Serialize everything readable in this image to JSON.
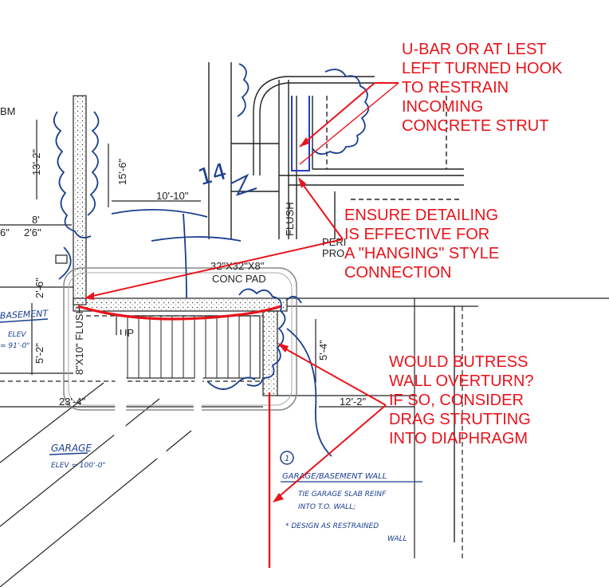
{
  "drawing": {
    "top_left_label": "BM",
    "dimensions": {
      "d_13_2": "13'-2\"",
      "d_15_6": "15'-6\"",
      "d_10_10": "10'-10\"",
      "d_8": "8'",
      "d_6": "6\"",
      "d_2_6a": "2'6\"",
      "d_2_6b": "2'-6\"",
      "d_5_2": "5'-2\"",
      "d_5_4": "5'-4\"",
      "d_23_4": "23'-4\"",
      "d_12_2": "12'-2\""
    },
    "pad_size": "32\"X32\"X8\"",
    "pad_label": "CONC PAD",
    "flush_label": "FLUSH",
    "flush_label_2": "8\"X10\" FLUSH",
    "peri_label_1": "PERI",
    "peri_label_2": "PRO",
    "stair_up": "UP"
  },
  "handwritten": {
    "basement": "BASEMENT",
    "basement_elev": "ELEV",
    "basement_elev_val": "= 91'-0\"",
    "garage": "GARAGE",
    "garage_elev": "ELEV = 100'-0\"",
    "circle_num": "1",
    "wall_note_1": "GARAGE/BASEMENT WALL",
    "wall_note_2": "TIE GARAGE SLAB REINF",
    "wall_note_3": "INTO T.O. WALL;",
    "wall_note_4": "* DESIGN AS RESTRAINED",
    "wall_note_5": "WALL"
  },
  "annotations": {
    "note1": [
      "U-BAR OR AT LEST",
      "LEFT TURNED HOOK",
      "TO RESTRAIN",
      "INCOMING",
      "CONCRETE STRUT"
    ],
    "note2": [
      "ENSURE DETAILING",
      "IS EFFECTIVE FOR",
      "A \"HANGING\" STYLE",
      "CONNECTION"
    ],
    "note3": [
      "WOULD BUTRESS",
      "WALL OVERTURN?",
      "IF SO, CONSIDER",
      "DRAG STRUTTING",
      "INTO DIAPHRAGM"
    ]
  },
  "colors": {
    "annotation_red": "#e8141b",
    "markup_blue": "#1a3f8f",
    "linework": "#222222"
  }
}
